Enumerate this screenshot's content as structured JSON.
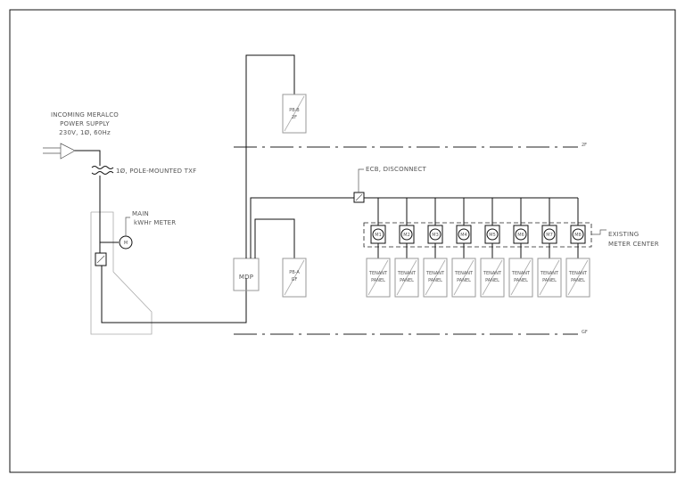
{
  "supply": {
    "line1": "INCOMING MERALCO",
    "line2": "POWER SUPPLY",
    "line3": "230V, 1Ø, 60Hz"
  },
  "transformer_label": "1Ø, POLE-MOUNTED TXF",
  "meter_label": {
    "line1": "MAIN",
    "line2": "kWHr METER",
    "symbol": "M"
  },
  "mdp_label": "MDP",
  "pb_b": {
    "line1": "PB-B",
    "line2": "2F"
  },
  "pb_a": {
    "line1": "PB-A",
    "line2": "GF"
  },
  "floor_2f": "2F",
  "floor_gf": "GF",
  "ecb_label": "ECB, DISCONNECT",
  "meter_center": {
    "line1": "EXISTING",
    "line2": "METER CENTER",
    "meters": [
      "M1",
      "M2",
      "M3",
      "M4",
      "M5",
      "M6",
      "M7",
      "M8"
    ]
  },
  "tenant_panels": [
    {
      "line1": "TENANT",
      "line2": "PANEL"
    },
    {
      "line1": "TENANT",
      "line2": "PANEL"
    },
    {
      "line1": "TENANT",
      "line2": "PANEL"
    },
    {
      "line1": "TENANT",
      "line2": "PANEL"
    },
    {
      "line1": "TENANT",
      "line2": "PANEL"
    },
    {
      "line1": "TENANT",
      "line2": "PANEL"
    },
    {
      "line1": "TENANT",
      "line2": "PANEL"
    },
    {
      "line1": "TENANT",
      "line2": "PANEL"
    }
  ]
}
